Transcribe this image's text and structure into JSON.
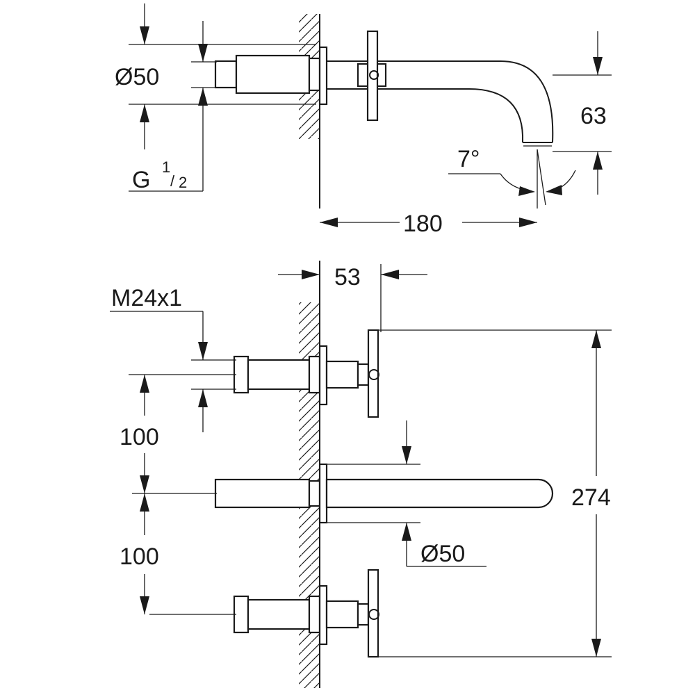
{
  "top_view": {
    "dia_label": "Ø50",
    "thread_main": "G",
    "thread_num": "1",
    "thread_den": "2",
    "height_label": "63",
    "angle_label": "7°",
    "length_label": "180"
  },
  "front_view": {
    "depth_label": "53",
    "thread_label": "M24x1",
    "spacing_upper_label": "100",
    "spacing_lower_label": "100",
    "height_label": "274",
    "spout_dia_label": "Ø50"
  }
}
